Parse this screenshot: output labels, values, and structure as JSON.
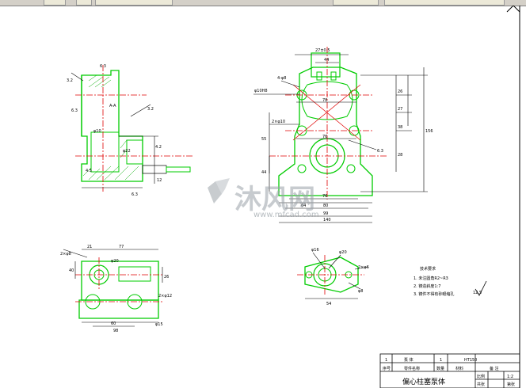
{
  "watermark": {
    "brand": "沐风网",
    "url": "www.mfcad.com"
  },
  "view_front": {
    "top_dim": "27±0.5",
    "dims": [
      "44",
      "78",
      "76",
      "76",
      "26",
      "27",
      "38",
      "28",
      "55",
      "44",
      "64",
      "80",
      "99",
      "140",
      "156"
    ],
    "callouts": [
      "4-φ8",
      "φ10H8",
      "2×φ10",
      "6.3"
    ]
  },
  "view_side": {
    "dims": [
      "6.3",
      "3.2",
      "6.3",
      "3.2",
      "4.5",
      "4.2",
      "6.3",
      "12",
      "φ10"
    ],
    "callouts": [
      "A-A",
      "φ22"
    ]
  },
  "view_bottom": {
    "dims": [
      "21",
      "77",
      "98",
      "60",
      "40",
      "26"
    ],
    "callouts": [
      "2×φ8",
      "φ20",
      "2×φ12",
      "φ15"
    ]
  },
  "view_detail": {
    "dims": [
      "φ16",
      "φ20",
      "54",
      "φ8"
    ],
    "callouts": [
      "2×φ6"
    ]
  },
  "notes": {
    "title": "技术要求",
    "items": [
      "1. 未注圆角R2~R3",
      "2. 铸造斜度1:7",
      "3. 铸件不得有砂眼缩孔"
    ]
  },
  "roughness": "12.5",
  "title_block": {
    "row1": [
      "1",
      "泵    体",
      "1",
      "HT150"
    ],
    "row2_labels": [
      "序号",
      "零件名称",
      "数量",
      "材料",
      "备  注"
    ],
    "part_name": "偏心柱塞泵体",
    "scale_label": "比例",
    "scale_value": "1:2",
    "sheet_label": "共张",
    "sheet_value": "第张"
  }
}
